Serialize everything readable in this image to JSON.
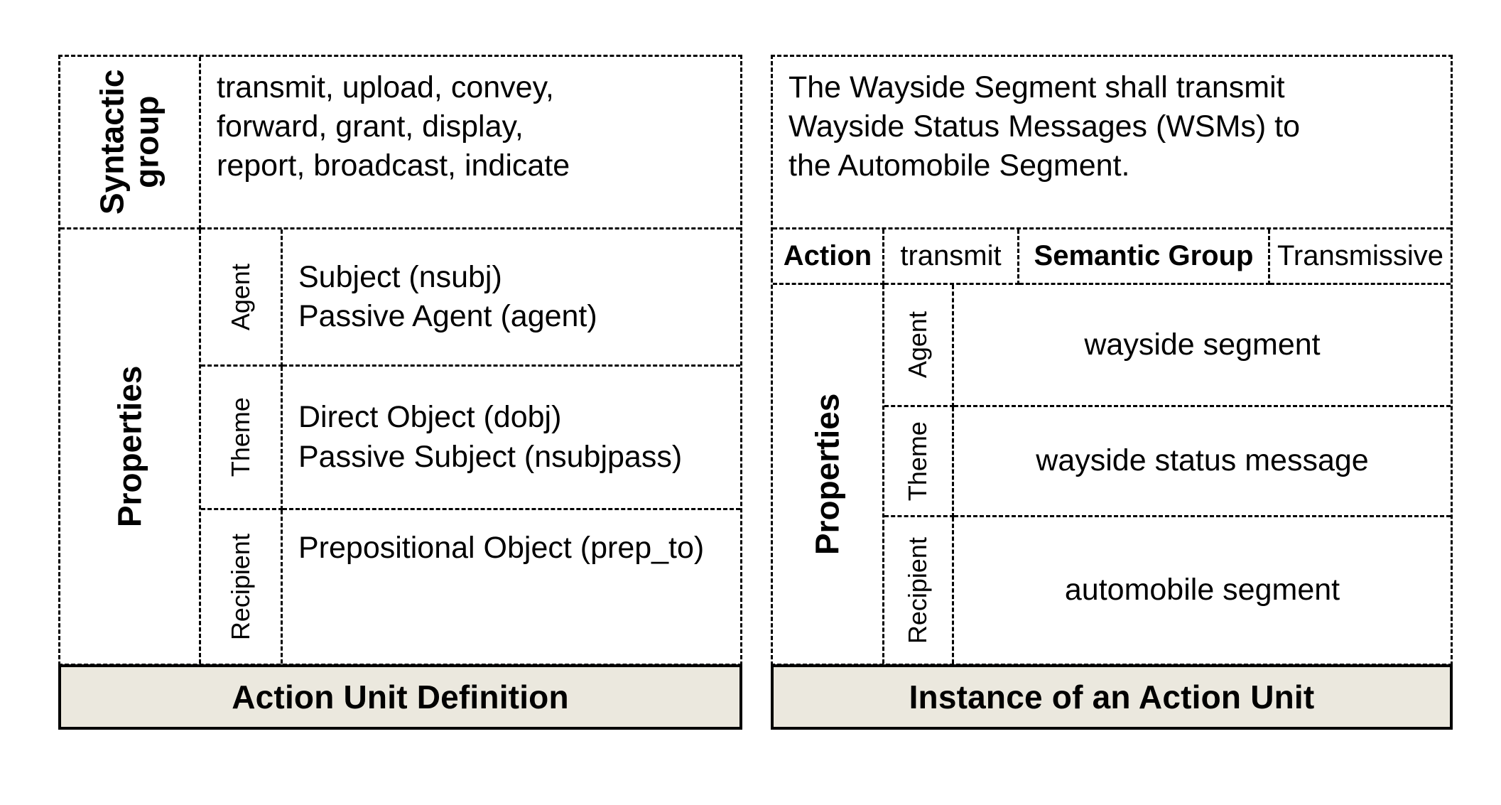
{
  "left_panel": {
    "caption": "Action Unit Definition",
    "syntactic_group": {
      "label_line1": "Syntactic",
      "label_line2": "group",
      "verbs_line1": "transmit, upload, convey,",
      "verbs_line2": "forward, grant, display,",
      "verbs_line3": "report, broadcast, indicate"
    },
    "properties": {
      "label": "Properties",
      "rows": [
        {
          "role": "Agent",
          "value_line1": "Subject (nsubj)",
          "value_line2": "Passive Agent (agent)"
        },
        {
          "role": "Theme",
          "value_line1": "Direct Object (dobj)",
          "value_line2": "Passive Subject (nsubjpass)"
        },
        {
          "role": "Recipient",
          "value_line1": "Prepositional Object (prep_to)",
          "value_line2": ""
        }
      ]
    }
  },
  "right_panel": {
    "caption": "Instance of an Action Unit",
    "requirement": {
      "line1": "The Wayside Segment shall transmit",
      "line2": "Wayside Status Messages (WSMs) to",
      "line3": "the Automobile Segment."
    },
    "attributes": {
      "action_label": "Action",
      "action_value": "transmit",
      "semantic_group_label": "Semantic Group",
      "semantic_group_value": "Transmissive"
    },
    "properties": {
      "label": "Properties",
      "rows": [
        {
          "role": "Agent",
          "value": "wayside segment"
        },
        {
          "role": "Theme",
          "value": "wayside status message"
        },
        {
          "role": "Recipient",
          "value": "automobile segment"
        }
      ]
    }
  },
  "colors": {
    "caption_fill": "#ebe8de",
    "line": "#000000",
    "background": "#ffffff"
  }
}
